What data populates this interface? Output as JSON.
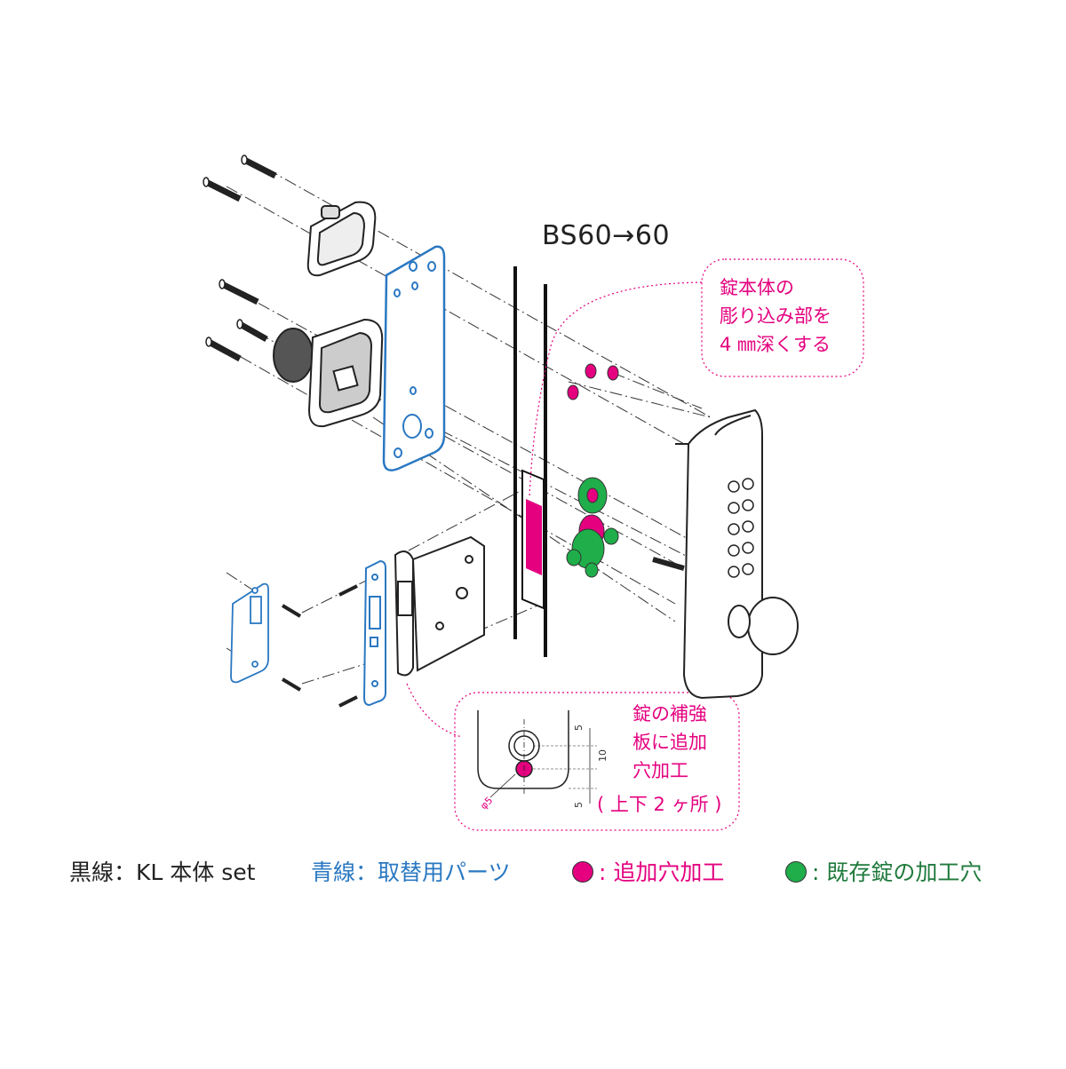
{
  "header": {
    "bs_label": "BS60→60"
  },
  "callout_top": {
    "lines": [
      "錠本体の",
      "彫り込み部を",
      "4 ㎜深くする"
    ]
  },
  "callout_bottom": {
    "lines": [
      "錠の補強",
      "板に追加",
      "穴加工",
      "( 上下 2 ヶ所 )"
    ],
    "dims": {
      "top": "5",
      "middle": "10",
      "bottom": "5",
      "diameter": "φ5"
    }
  },
  "legend": {
    "black": "黒線：KL 本体 set",
    "blue": "青線：取替用パーツ",
    "magenta": ": 追加穴加工",
    "green": ": 既存錠の加工穴"
  },
  "colors": {
    "black_line": "#222222",
    "blue_line": "#2a78c2",
    "magenta": "#e4007f",
    "green": "#1fae4a",
    "green_text": "#1f7a3c"
  }
}
